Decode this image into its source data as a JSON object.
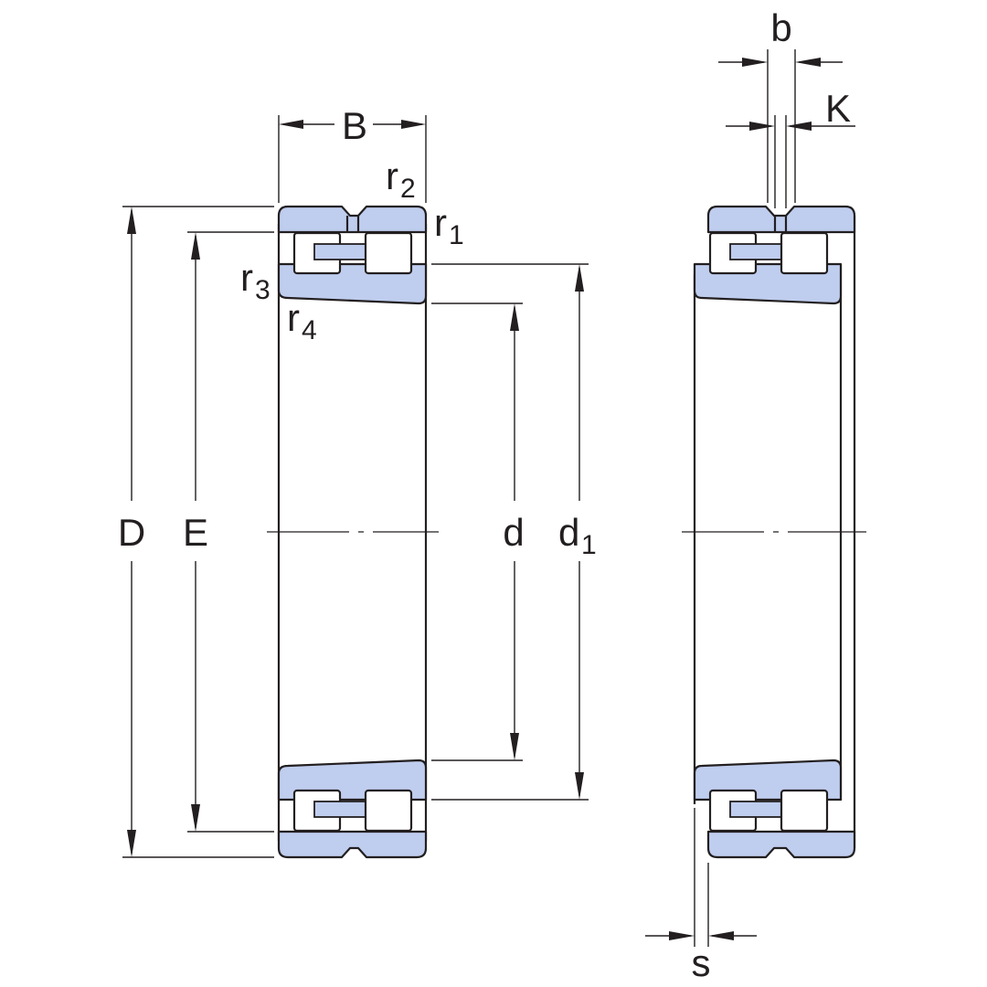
{
  "labels": {
    "B": "B",
    "r2": "r",
    "r2_sub": "2",
    "r1": "r",
    "r1_sub": "1",
    "r3": "r",
    "r3_sub": "3",
    "r4": "r",
    "r4_sub": "4",
    "D": "D",
    "E": "E",
    "d": "d",
    "d1": "d",
    "d1_sub": "1",
    "b": "b",
    "K": "K",
    "s": "s"
  },
  "colors": {
    "fill": "#bfcdee",
    "line": "#231f20"
  }
}
